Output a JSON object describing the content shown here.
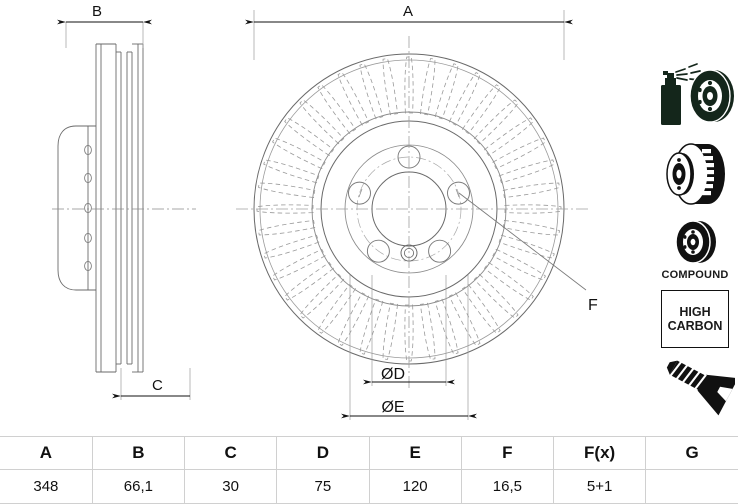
{
  "drawing": {
    "title": "brake-disc-technical-drawing",
    "dimension_labels": {
      "A": "A",
      "B": "B",
      "C": "C",
      "D": "ØD",
      "E": "ØE",
      "F": "F"
    }
  },
  "icons": [
    {
      "name": "coated-disc-icon",
      "label": ""
    },
    {
      "name": "ventilated-disc-icon",
      "label": ""
    },
    {
      "name": "compound-disc-icon",
      "label": "COMPOUND"
    },
    {
      "name": "high-carbon-badge",
      "line1": "HIGH",
      "line2": "CARBON"
    },
    {
      "name": "screw-icon",
      "label": ""
    }
  ],
  "spec_table": {
    "headers": [
      "A",
      "B",
      "C",
      "D",
      "E",
      "F",
      "F(x)",
      "G"
    ],
    "values": [
      "348",
      "66,1",
      "30",
      "75",
      "120",
      "16,5",
      "5+1",
      ""
    ]
  },
  "colors": {
    "line": "#555555",
    "dim_line": "#111111",
    "icon_dark": "#14261b",
    "table_border": "#d0d0d0"
  }
}
